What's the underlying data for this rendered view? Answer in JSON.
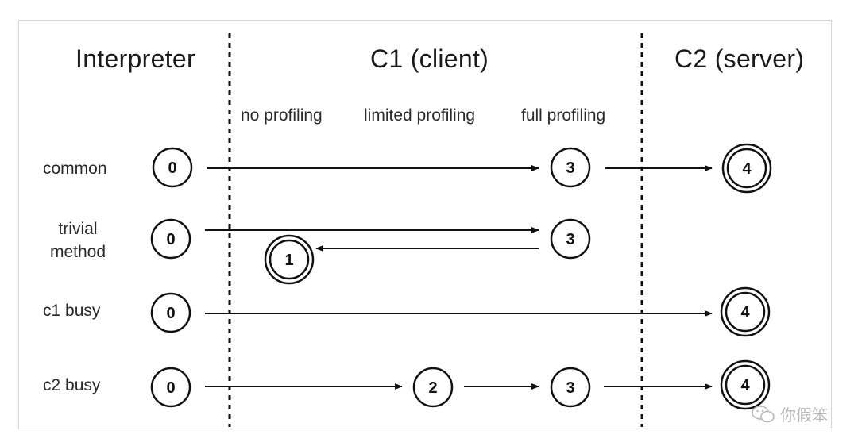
{
  "columns": {
    "interpreter": "Interpreter",
    "c1": "C1 (client)",
    "c2": "C2 (server)"
  },
  "subheaders": {
    "none": "no profiling",
    "limited": "limited profiling",
    "full": "full profiling"
  },
  "rows": {
    "common": "common",
    "trivial_line1": "trivial",
    "trivial_line2": "method",
    "c1_busy": "c1 busy",
    "c2_busy": "c2 busy"
  },
  "nodes": {
    "common": [
      "0",
      "3",
      "4"
    ],
    "trivial": [
      "0",
      "3",
      "1"
    ],
    "c1_busy": [
      "0",
      "4"
    ],
    "c2_busy": [
      "0",
      "2",
      "3",
      "4"
    ]
  },
  "watermark": "你假笨",
  "colors": {
    "ink": "#111111",
    "frame": "#d6d6d6"
  }
}
